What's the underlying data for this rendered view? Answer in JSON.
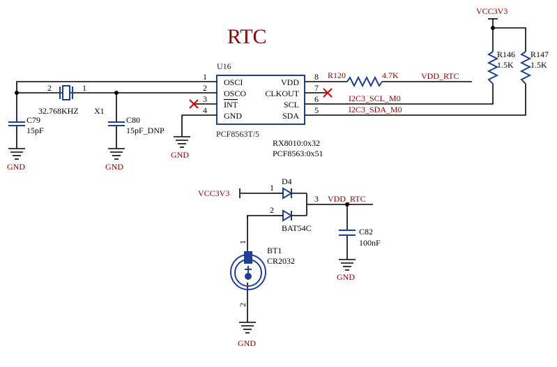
{
  "title": "RTC",
  "u16": {
    "ref": "U16",
    "part": "PCF8563T/5",
    "pins_left": [
      {
        "num": "1",
        "name": "OSCI"
      },
      {
        "num": "2",
        "name": "OSCO"
      },
      {
        "num": "3",
        "name": "INT"
      },
      {
        "num": "4",
        "name": "GND"
      }
    ],
    "pins_right": [
      {
        "num": "8",
        "name": "VDD"
      },
      {
        "num": "7",
        "name": "CLKOUT"
      },
      {
        "num": "6",
        "name": "SCL"
      },
      {
        "num": "5",
        "name": "SDA"
      }
    ],
    "notes": [
      "RX8010:0x32",
      "PCF8563:0x51"
    ]
  },
  "x1": {
    "ref": "X1",
    "value": "32.768KHZ",
    "pin_a": "2",
    "pin_b": "1"
  },
  "c79": {
    "ref": "C79",
    "value": "15pF"
  },
  "c80": {
    "ref": "C80",
    "value": "15pF_DNP"
  },
  "c82": {
    "ref": "C82",
    "value": "100nF"
  },
  "r120": {
    "ref": "R120",
    "value": "4.7K"
  },
  "r146": {
    "ref": "R146",
    "value": "1.5K"
  },
  "r147": {
    "ref": "R147",
    "value": "1.5K"
  },
  "d4": {
    "ref": "D4",
    "part": "BAT54C",
    "pin1": "1",
    "pin2": "2",
    "pin3": "3"
  },
  "bt1": {
    "ref": "BT1",
    "part": "CR2032",
    "pin1": "1",
    "pin2": "2"
  },
  "nets": {
    "vcc_top": "VCC3V3",
    "vcc_diode": "VCC3V3",
    "vdd_rtc_top": "VDD_RTC",
    "vdd_rtc_bottom": "VDD_RTC",
    "scl": "I2C3_SCL_M0",
    "sda": "I2C3_SDA_M0",
    "gnd": "GND"
  },
  "colors": {
    "wire": "#000000",
    "component": "#1e3e9c",
    "net_label": "#8b0000",
    "no_connect": "#e00000"
  }
}
